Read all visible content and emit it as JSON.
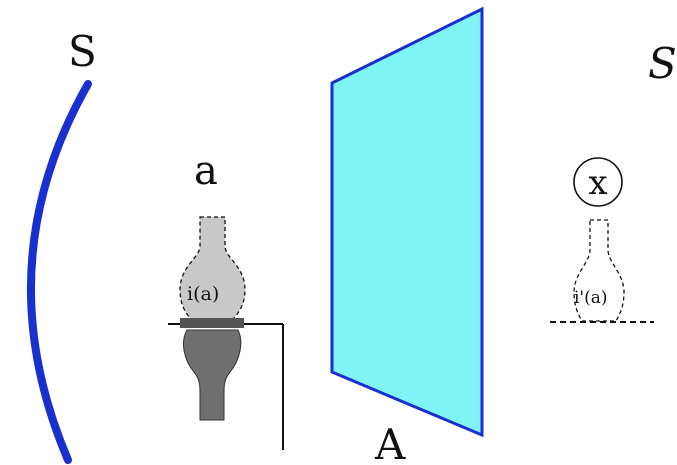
{
  "labels": {
    "s_mirror": "S",
    "s_virtual": "S",
    "object": "a",
    "plane": "A",
    "image_marker": "x",
    "image_in_mirror": "i(a)",
    "image_virtual": "i'(a)"
  },
  "colors": {
    "mirror_stroke": "#1a2fd0",
    "plane_fill": "#7ff3f5",
    "plane_stroke": "#1a2fd0",
    "vase_upper_fill": "#c8c8c8",
    "vase_lower_fill": "#6f6f6f",
    "shelf_fill": "#555555",
    "line": "#111111"
  }
}
